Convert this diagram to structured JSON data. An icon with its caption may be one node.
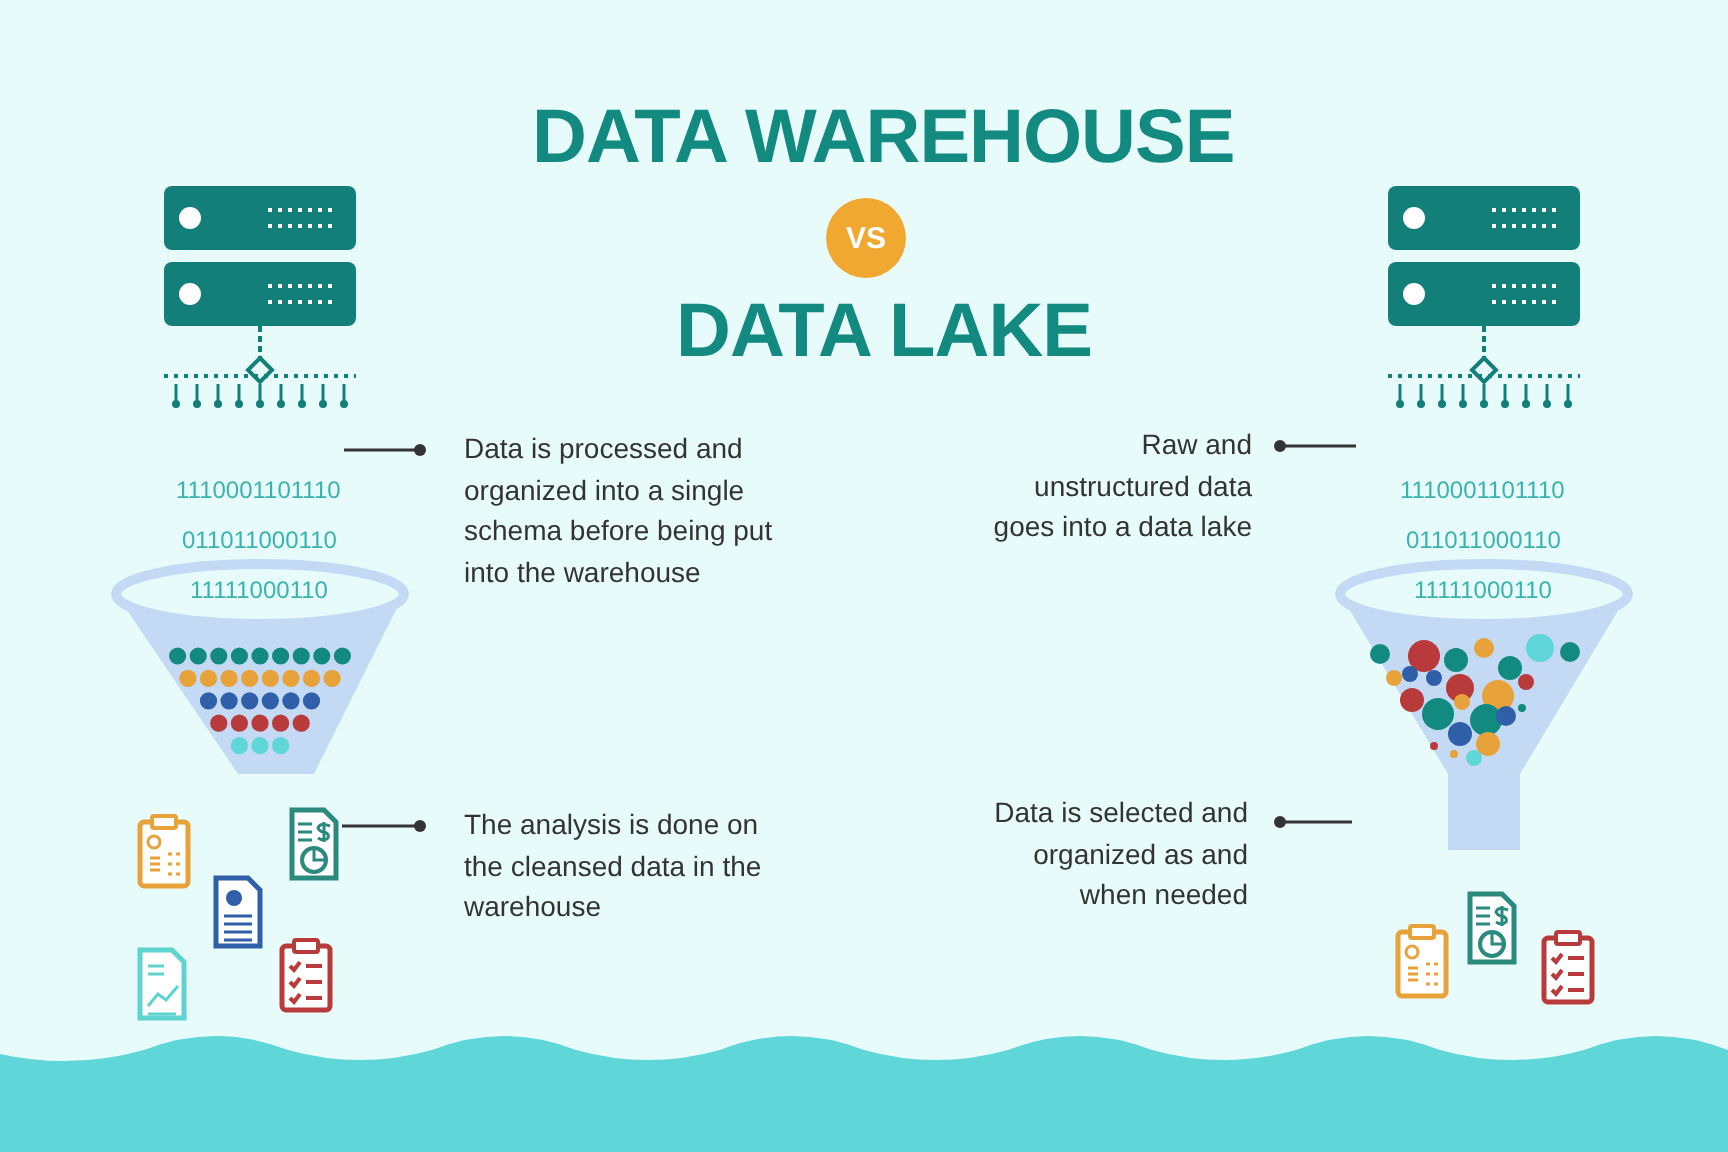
{
  "diagram": {
    "nodes": [
      {
        "text": [
          "VS"
        ]
      },
      {
        "text": [
          "Data is processed and organized into a single schema before being put into the warehouse"
        ]
      },
      {
        "text": [
          "Raw and unstructured data goes into a data lake"
        ]
      },
      {
        "text": [
          "The analysis is done on the cleansed data in the warehouse"
        ]
      },
      {
        "text": [
          "Data is selected and organized as and when needed"
        ]
      },
      {
        "text": [],
        "shape": "picture"
      }
    ],
    "edges": [
      {
        "from": 1,
        "to": null,
        "arrow": "other"
      },
      {
        "from": 2,
        "to": null,
        "arrow": "other"
      },
      {
        "from": 3,
        "to": 5,
        "arrow": "other"
      },
      {
        "from": 4,
        "to": null,
        "arrow": "other"
      }
    ],
    "labels": [
      "DATA WAREHOUSE",
      "DATA LAKE",
      "1110001101110",
      "011011000110",
      "11111000110",
      "1110001101110",
      "011011000110",
      "11111000110"
    ]
  }
}
